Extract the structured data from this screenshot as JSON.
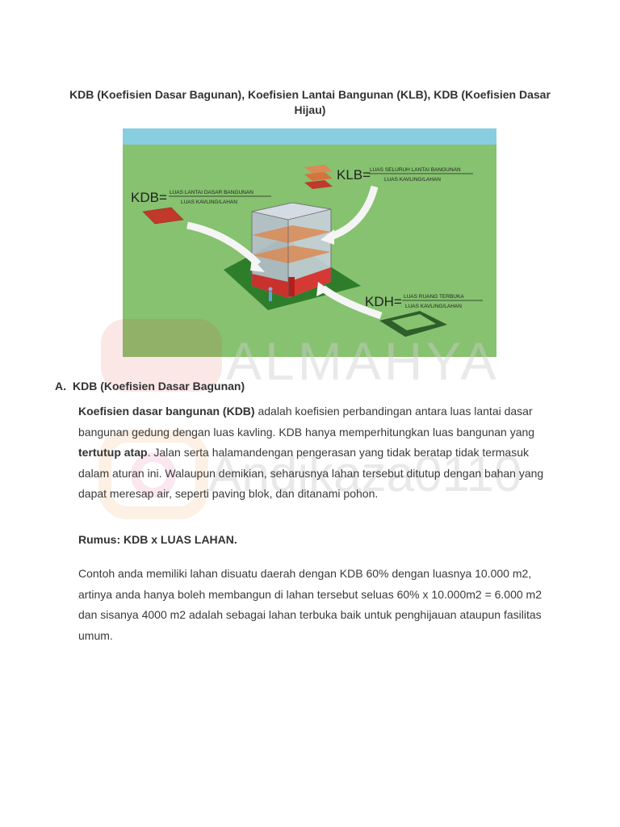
{
  "doc": {
    "title": "KDB (Koefisien Dasar Bagunan), Koefisien Lantai Bangunan (KLB), KDB (Koefisien Dasar Hijau)"
  },
  "figure": {
    "kdb_label": "KDB=",
    "kdb_num": "LUAS LANTAI DASAR BANGUNAN",
    "kdb_den": "LUAS KAVLING/LAHAN",
    "klb_label": "KLB=",
    "klb_num": "LUAS SELURUH LANTAI BANGUNAN",
    "klb_den": "LUAS KAVLING/LAHAN",
    "kdh_label": "KDH=",
    "kdh_num": "LUAS RUANG TERBUKA",
    "kdh_den": "LUAS KAVLING/LAHAN",
    "colors": {
      "sky": "#87cfe0",
      "grass": "#86c26f",
      "dark_green": "#2e8b2e",
      "red": "#c8312c",
      "orange": "#d98a55"
    }
  },
  "watermark": {
    "line1": "ALMAHYA",
    "line2": "Andikaza0110"
  },
  "section_a": {
    "number": "A.",
    "heading": "KDB (Koefisien Dasar Bagunan)",
    "p1_bold": "Koefisien dasar bangunan (KDB)",
    "p1_a": " adalah koefisien perbandingan antara luas lantai dasar bangunan gedung dengan luas kavling. KDB hanya memperhitungkan luas bangunan yang ",
    "p1_bold2": "tertutup atap",
    "p1_b": ". Jalan serta halamandengan pengerasan yang tidak beratap tidak termasuk dalam aturan ini. Walaupun demikian, seharusnya lahan tersebut ditutup dengan bahan yang dapat meresap air, seperti paving blok, dan ditanami pohon.",
    "rumus": "Rumus: KDB x LUAS LAHAN.",
    "p2": "Contoh anda memiliki lahan disuatu daerah dengan KDB 60% dengan luasnya 10.000 m2, artinya anda hanya boleh membangun di lahan tersebut seluas 60% x 10.000m2 = 6.000 m2 dan sisanya 4000 m2 adalah sebagai lahan terbuka baik untuk penghijauan ataupun fasilitas umum."
  }
}
